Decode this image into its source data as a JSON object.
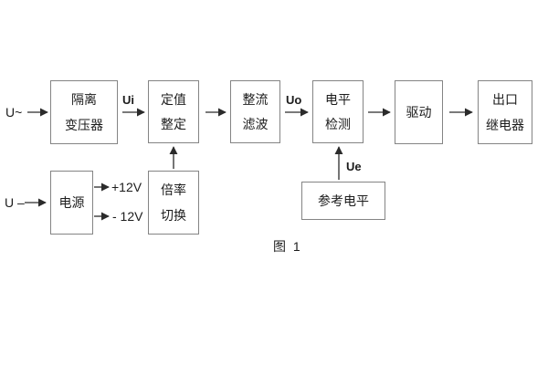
{
  "figure": {
    "caption": "图 1",
    "inputs": {
      "ac": "U~",
      "dc": "U –"
    },
    "signals": {
      "ui": "Ui",
      "uo": "Uo",
      "ue": "Ue"
    },
    "power_rails": {
      "positive": "+12V",
      "negative": "- 12V"
    },
    "blocks": {
      "isolation_transformer": {
        "line1": "隔离",
        "line2": "变压器"
      },
      "value_setting": {
        "line1": "定值",
        "line2": "整定"
      },
      "rectify_filter": {
        "line1": "整流",
        "line2": "滤波"
      },
      "level_detection": {
        "line1": "电平",
        "line2": "检测"
      },
      "driver": {
        "label": "驱动"
      },
      "output_relay": {
        "line1": "出口",
        "line2": "继电器"
      },
      "power_supply": {
        "label": "电源"
      },
      "ratio_switch": {
        "line1": "倍率",
        "line2": "切换"
      },
      "reference_level": {
        "label": "参考电平"
      }
    },
    "colors": {
      "background": "#ffffff",
      "box_border": "#848484",
      "text": "#1c1c1c",
      "line": "#2b2b2b"
    }
  }
}
